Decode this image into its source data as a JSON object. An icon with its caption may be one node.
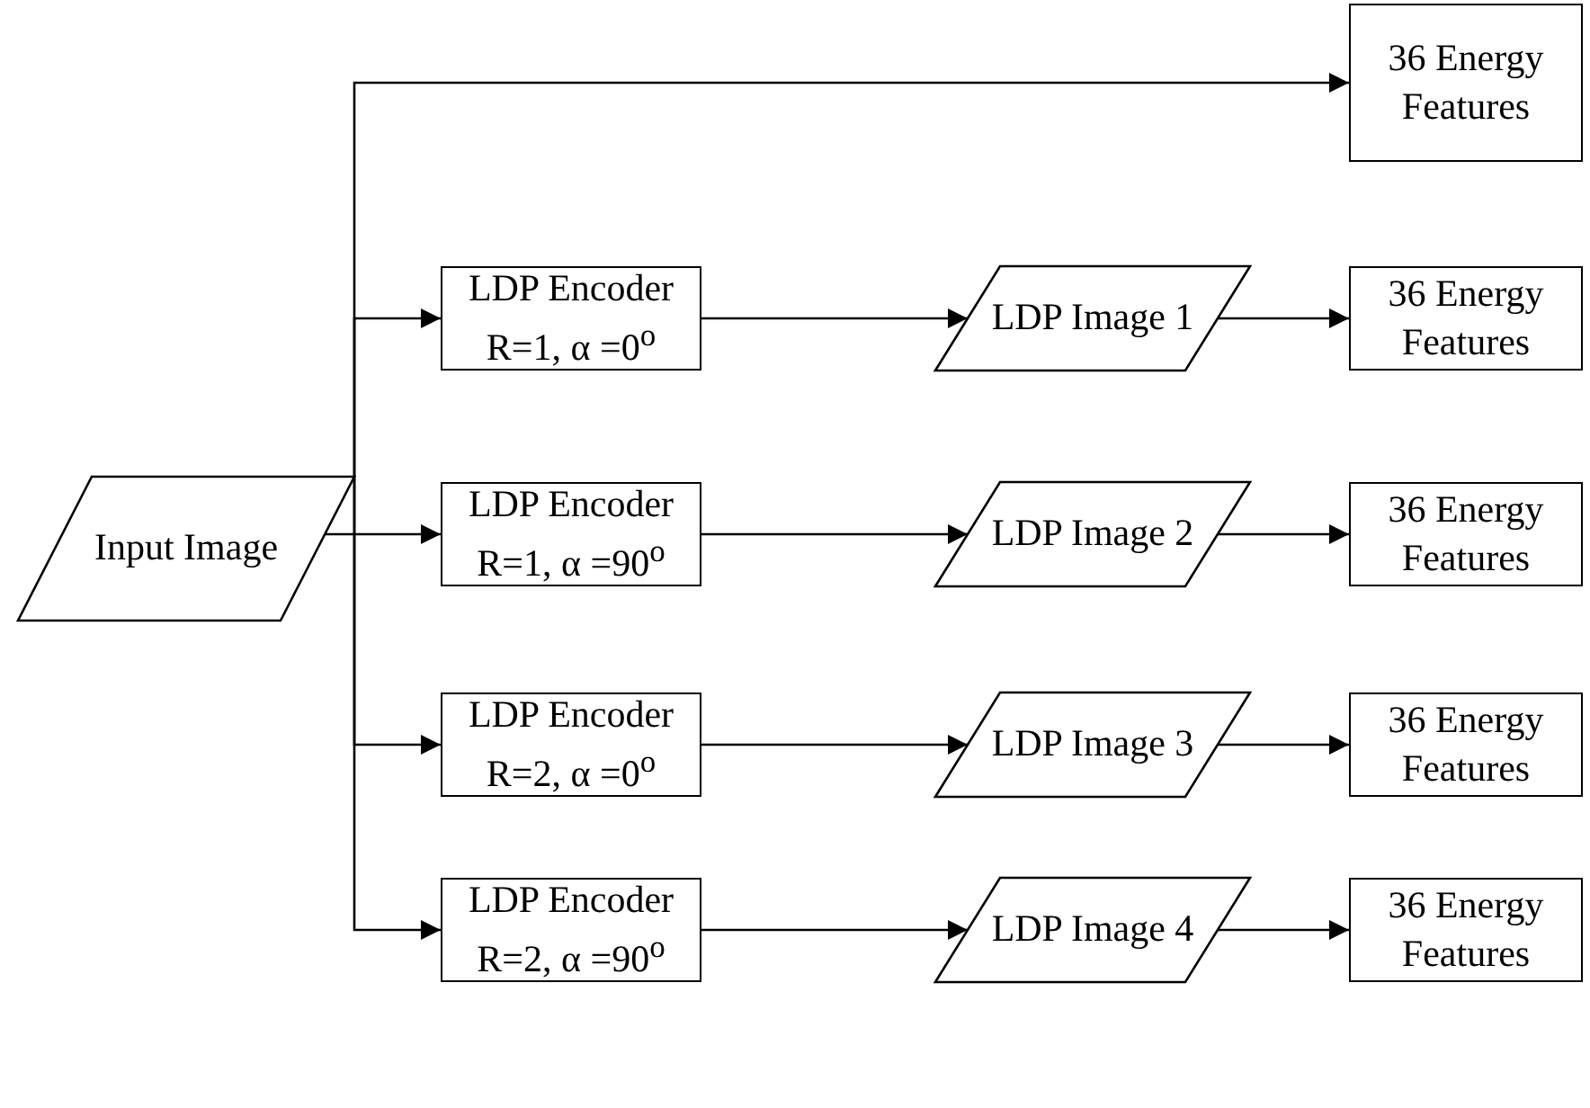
{
  "diagram": {
    "nodes": [
      {
        "text": [
          "Input Image"
        ]
      },
      {
        "text": [
          "36 Energy Features"
        ]
      },
      {
        "text": [
          "LDP Encoder R=1, α =0$^{o}$"
        ]
      },
      {
        "text": [
          "LDP Image 1"
        ]
      },
      {
        "text": [
          "36 Energy Features"
        ]
      },
      {
        "text": [
          "LDP Encoder R=1, α =90$^{o}$"
        ]
      },
      {
        "text": [
          "LDP Image 2"
        ]
      },
      {
        "text": [
          "36 Energy Features"
        ]
      },
      {
        "text": [
          "LDP Encoder R=2, α =0$^{o}$"
        ]
      },
      {
        "text": [
          "LDP Image 3"
        ]
      },
      {
        "text": [
          "36 Energy Features"
        ]
      },
      {
        "text": [
          "LDP Encoder R=2, α =90$^{o}$"
        ]
      },
      {
        "text": [
          "LDP Image 4"
        ]
      },
      {
        "text": [
          "36 Energy Features"
        ]
      }
    ],
    "edges": [
      {
        "from": 0,
        "to": 1,
        "arrow": "to"
      },
      {
        "from": 0,
        "to": 2,
        "arrow": "to"
      },
      {
        "from": 2,
        "to": 3,
        "arrow": "to"
      },
      {
        "from": 3,
        "to": 4,
        "arrow": "to"
      },
      {
        "from": 0,
        "to": 5,
        "arrow": "to"
      },
      {
        "from": 5,
        "to": 6,
        "arrow": "to"
      },
      {
        "from": 6,
        "to": 7,
        "arrow": "to"
      },
      {
        "from": 0,
        "to": 8,
        "arrow": "to"
      },
      {
        "from": 8,
        "to": 9,
        "arrow": "to"
      },
      {
        "from": 9,
        "to": 10,
        "arrow": "to"
      },
      {
        "from": 0,
        "to": 11,
        "arrow": "to"
      },
      {
        "from": 11,
        "to": 12,
        "arrow": "to"
      },
      {
        "from": 12,
        "to": 13,
        "arrow": "to"
      }
    ]
  }
}
